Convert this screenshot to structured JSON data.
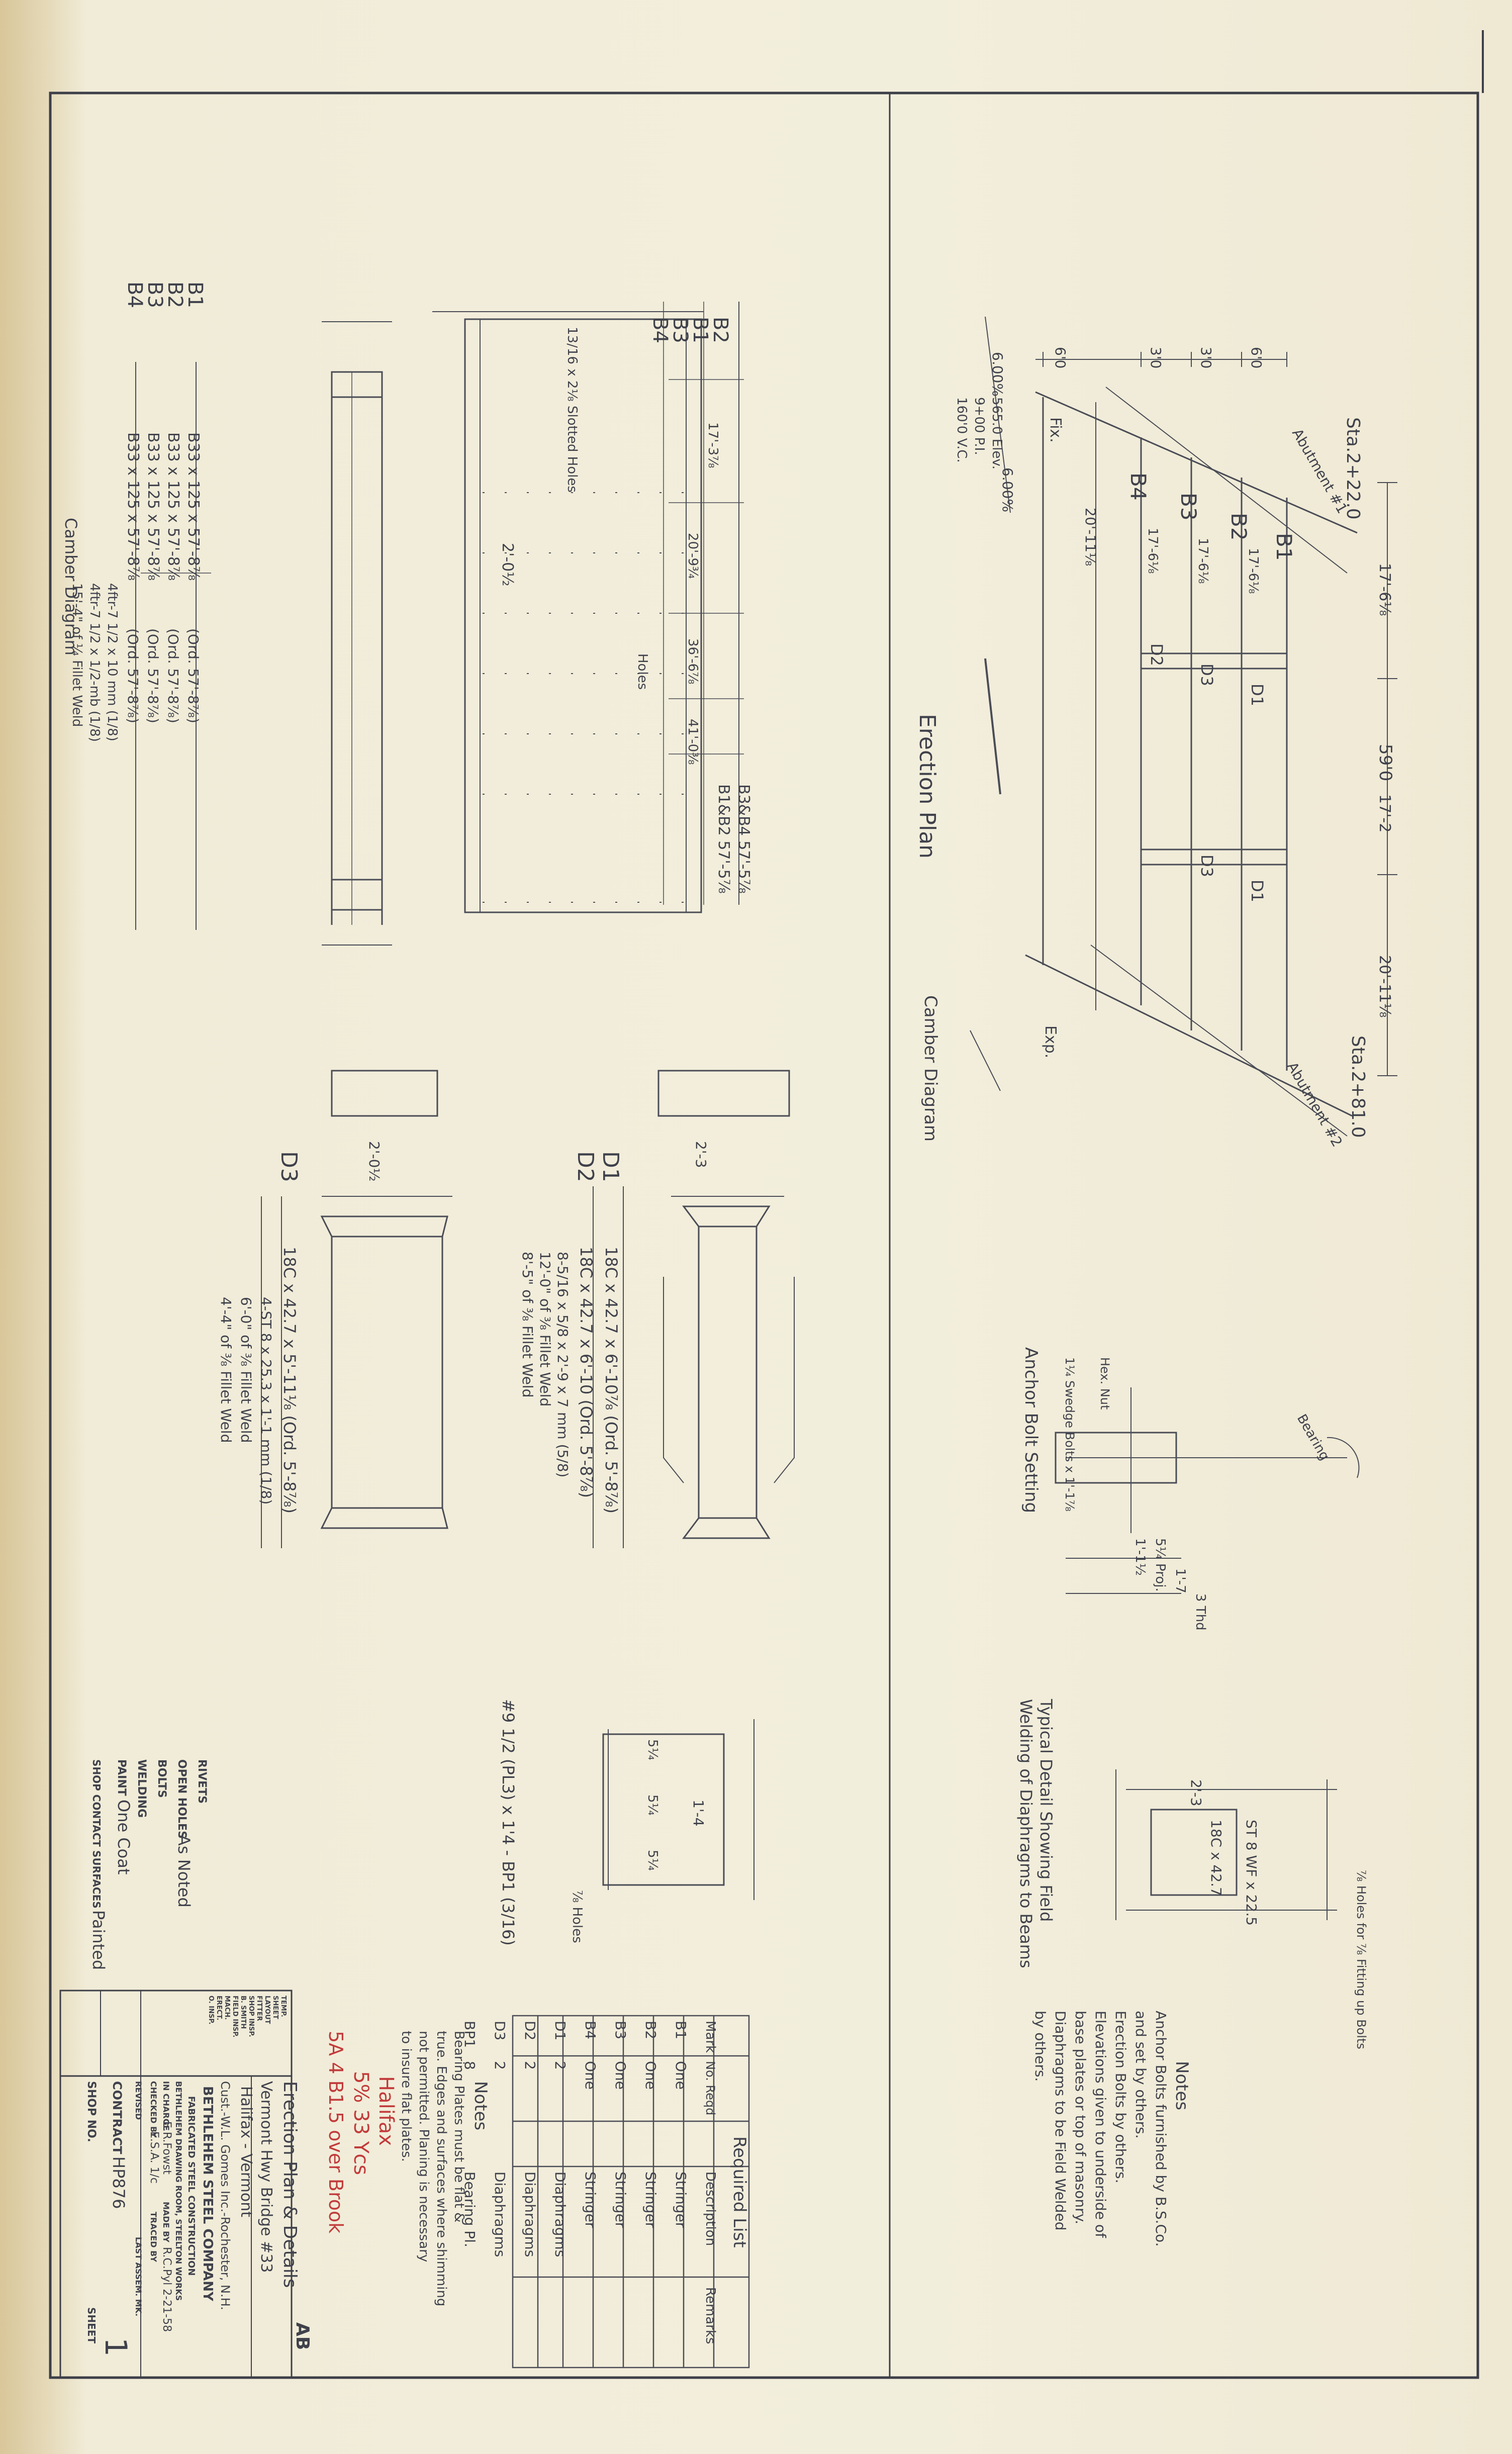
{
  "erection_plan": {
    "title": "Erection Plan",
    "camber_label": "Camber Diagram",
    "station_top": "Sta.2+22.0",
    "station_bottom": "Sta.2+81.0",
    "grade_upper": "6.00%",
    "grade_lower": "6.00%",
    "vc_note_1": "160'0 V.C.",
    "vc_note_2": "9+00 P.I.",
    "vc_note_3": "565.0 Elev.",
    "fix_label": "Fix.",
    "exp_label": "Exp.",
    "abutment_1": "Abutment #1",
    "abutment_2": "Abutment #2",
    "stringers": [
      "B4",
      "B3",
      "B2",
      "B1"
    ],
    "diaphragms": [
      "D2",
      "D3",
      "D1",
      "D3",
      "D1"
    ],
    "spacings": [
      "6'0",
      "3'0",
      "3'0",
      "6'0"
    ],
    "lengths": [
      "20'-11⅛",
      "17'-6⅛",
      "17'-6⅛",
      "17'-6⅛"
    ],
    "dims_right": [
      "17'-6⅛",
      "59'0",
      "17'-2",
      "20'-11⅛"
    ]
  },
  "stringer_elevation": {
    "marks": [
      "B1",
      "B2",
      "B3",
      "B4"
    ],
    "row_lengths": [
      "17'-3⅞",
      "17'-3⅞",
      "17'-3⅞",
      "17'-3⅞"
    ],
    "row_lengths_2": [
      "20'-9¾",
      "20'-9¾",
      "20'-9¾",
      "20'-9¾"
    ],
    "row_lengths_3": [
      "36'-6⅞",
      "36'-6⅞",
      "36'-6⅞",
      "36'-6⅞"
    ],
    "row_lengths_4": [
      "41'-0⅜",
      "41'-0⅜",
      "41'-0⅜",
      "41'-0⅜"
    ],
    "overall_1": "B1&B2  57'-5⅞",
    "overall_2": "B3&B4  57'-5⅞",
    "slotted_note": "13/16 x 2⅛ Slotted Holes",
    "spacing": "2'-0½",
    "holes_note": "Holes"
  },
  "camber_table": {
    "rows": [
      {
        "mark": "B1",
        "desc": "B33 x 125 x 57'-8⅞",
        "ord": "(Ord. 57'-8⅞)"
      },
      {
        "mark": "B2",
        "desc": "B33 x 125 x 57'-8⅞",
        "ord": "(Ord. 57'-8⅞)"
      },
      {
        "mark": "B3",
        "desc": "B33 x 125 x 57'-8⅞",
        "ord": "(Ord. 57'-8⅞)"
      },
      {
        "mark": "B4",
        "desc": "B33 x 125 x 57'-8⅞",
        "ord": "(Ord. 57'-8⅞)"
      }
    ],
    "note_1": "4ftr-7 1/2 x 10 mm (1/8)",
    "note_2": "4ftr-7 1/2 x 1/2-mb (1/8)",
    "note_3": "15'-4\" of ¼ Fillet Weld",
    "camber_label": "Camber Diagram"
  },
  "diaphragms": {
    "d1": {
      "mark": "D1",
      "desc": "18C x 42.7 x 6'-10⅞ (Ord. 5'-8⅞)"
    },
    "d2": {
      "mark": "D2",
      "desc": "18C x 42.7 x 6'-10 (Ord. 5'-8⅞)"
    },
    "d3": {
      "mark": "D3",
      "desc": "18C x 42.7 x 5'-11⅛ (Ord. 5'-8⅞)"
    },
    "note_d2": "8-5/16 x 5/8 x 2'-9 x 7 mm (5/8)",
    "note_d2b": "12'-0\" of ⅜ Fillet Weld",
    "note_d2c": "8'-5\" of ⅜ Fillet Weld",
    "note_d3": "4-ST 8 x 25.3 x 1'-1 mm (1/8)",
    "note_d3b": "6'-0\" of ⅜ Fillet Weld",
    "note_d3c": "4'-4\" of ⅜ Fillet Weld",
    "top_dim": "2'-3",
    "top_dim_2": "2'-0½"
  },
  "anchor_bolt": {
    "title": "Anchor Bolt Setting",
    "bearing": "Bearing",
    "proj": "5¼ Proj.",
    "dim_1": "1'-7",
    "dim_2": "3 Thd",
    "dim_3": "1'-1½",
    "hex_nut": "Hex. Nut",
    "ab_note": "1¼ Swedge Bolts x 1'-1⅞"
  },
  "typical_detail": {
    "title": "Typical Detail Showing Field",
    "title_2": "Welding of Diaphragms to Beams",
    "beam_label": "18C x 42.7",
    "stringer_label": "ST 8 WF x 22.5",
    "dim": "2'-3",
    "holes_note": "⅞ Holes for ⅞ Fitting up Bolts"
  },
  "bearing_plate": {
    "label": "#9 1/2 (PL3) x 1'4 - BP1 (3/16)",
    "dim_top": "1'-4",
    "dims": [
      "5¼",
      "5¼",
      "5¼"
    ],
    "holes": "⅞ Holes"
  },
  "notes": {
    "heading": "Notes",
    "text_1": "Anchor Bolts furnished by B.S.Co.",
    "text_2": "and set by others.",
    "text_3": "Erection Bolts by others.",
    "text_4": "Elevations given to underside of",
    "text_5": "base plates or top of masonry.",
    "text_6": "Diaphragms to be Field Welded",
    "text_7": "by others."
  },
  "required_list": {
    "title": "Required List",
    "headers": [
      "Mark",
      "No. Reqd",
      "Description",
      "Remarks"
    ],
    "rows": [
      [
        "B1",
        "One",
        "Stringer",
        ""
      ],
      [
        "B2",
        "One",
        "Stringer",
        ""
      ],
      [
        "B3",
        "One",
        "Stringer",
        ""
      ],
      [
        "B4",
        "One",
        "Stringer",
        ""
      ],
      [
        "D1",
        "2",
        "Diaphragms",
        ""
      ],
      [
        "D2",
        "2",
        "Diaphragms",
        ""
      ],
      [
        "D3",
        "2",
        "Diaphragms",
        ""
      ],
      [
        "BP1",
        "8",
        "Bearing Pl.",
        ""
      ]
    ]
  },
  "notes_2": {
    "heading": "Notes",
    "text_1": "Bearing Plates must be flat &",
    "text_2": "true. Edges and surfaces where shimming",
    "text_3": "not permitted. Planing is necessary",
    "text_4": "to insure flat plates."
  },
  "red_notes": {
    "line_1": "Halifax",
    "line_2": "5% 33 Ycs",
    "line_3": "5A 4 B1.5 over Brook"
  },
  "title_block": {
    "drawing_title": "Erection Plan & Details",
    "project": "Vermont Hwy Bridge #33",
    "location": "Halifax - Vermont",
    "customer": "Cust.-W.L. Gomes Inc.-Rochester, N.H.",
    "company": "BETHLEHEM STEEL COMPANY",
    "company_2": "FABRICATED STEEL CONSTRUCTION",
    "company_3": "BETHLEHEM DRAWING ROOM, STEELTON WORKS",
    "in_charge": "IN CHARGE",
    "in_charge_val": "E.R.Fowst",
    "made_by": "MADE BY",
    "made_by_val": "R.C.Pyl 2-21-58",
    "checked_by": "CHECKED BY",
    "checked_by_val": "E.S.A. 1/c",
    "traced_by": "TRACED BY",
    "revised": "REVISED",
    "last_assem": "LAST ASSEM. MK.",
    "contract": "CONTRACT",
    "contract_val": "HP876",
    "shop_no": "SHOP NO.",
    "sheet": "SHEET",
    "sheet_val": "1",
    "ab_stamp": "AB",
    "side_labels": [
      "TEMP.",
      "SHEET",
      "LAYOUT",
      "FITTER",
      "SHOP INSP.",
      "B. SMITH",
      "FIELD INSP.",
      "MACH.",
      "ERECT.",
      "O. INSP."
    ]
  },
  "rivets_block": {
    "rivets": "RIVETS",
    "open_holes": "OPEN HOLES",
    "open_holes_val": "As Noted",
    "bolts": "BOLTS",
    "welding": "WELDING",
    "paint": "PAINT",
    "paint_val": "One Coat",
    "shop_contact": "SHOP CONTACT SURFACES",
    "shop_contact_val": "Painted"
  }
}
